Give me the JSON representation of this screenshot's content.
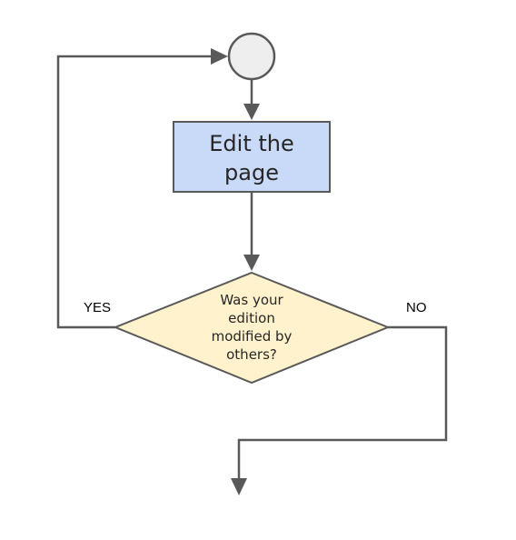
{
  "diagram": {
    "start_node": {
      "shape": "circle",
      "fill": "#eeeeee"
    },
    "process_node": {
      "lines": [
        "Edit the",
        "page"
      ],
      "fill": "#c9daf8"
    },
    "decision_node": {
      "lines": [
        "Was your",
        "edition",
        "modified by",
        "others?"
      ],
      "fill": "#fff2cc"
    },
    "edges": {
      "yes_label": "YES",
      "no_label": "NO"
    },
    "line_color": "#595959"
  }
}
